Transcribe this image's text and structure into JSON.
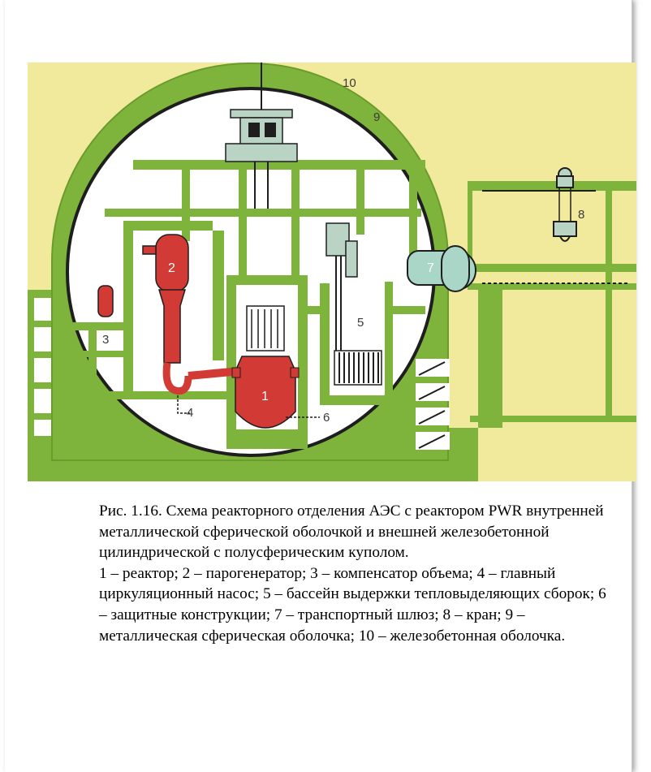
{
  "figure": {
    "colors": {
      "background": "#f1ea9c",
      "concrete": "#7fb43c",
      "steel_shell": "#1e1e1e",
      "interior": "#ffffff",
      "reactor_equipment": "#d23a35",
      "airlock": "#a9d6c6",
      "crane": "#b9d3c4"
    },
    "labels": {
      "n1": "1",
      "n2": "2",
      "n3": "3",
      "n4": "4",
      "n5": "5",
      "n6": "6",
      "n7": "7",
      "n8": "8",
      "n9": "9",
      "n10": "10"
    }
  },
  "caption": {
    "title": "Рис. 1.16. Схема реакторного отделения АЭС с реактором PWR внутренней металлической сферической оболочкой и внешней железобетонной цилиндрической с полусферическим куполом.",
    "legend": "1 – реактор; 2 – парогенератор; 3 – компенсатор объема; 4 – главный циркуляционный насос; 5 – бассейн выдержки тепловыделяющих сборок; 6 – защитные конструкции; 7 – транспортный шлюз; 8 – кран; 9 – металлическая сферическая оболочка; 10 – железобетонная оболочка."
  }
}
